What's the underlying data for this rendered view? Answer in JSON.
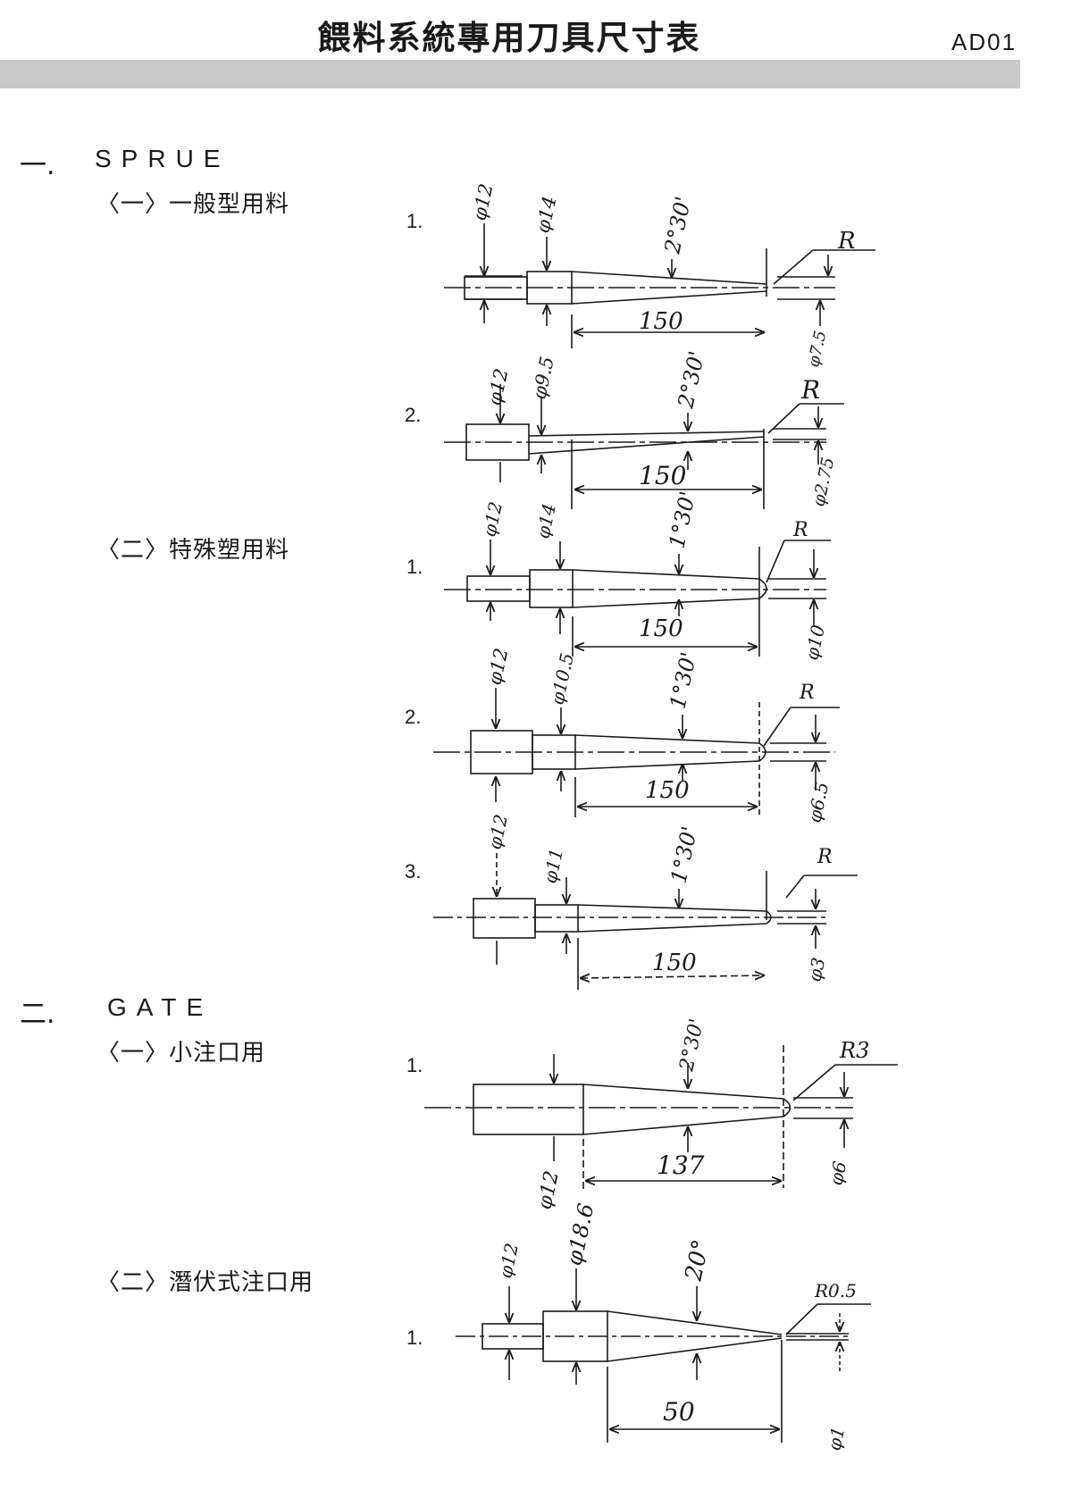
{
  "header": {
    "title": "餵料系統專用刀具尺寸表",
    "code": "AD01"
  },
  "sections": [
    {
      "number": "一.",
      "title": "SPRUE",
      "groups": [
        {
          "label": "〈一〉一般型用料",
          "items": [
            {
              "number": "1.",
              "dims": {
                "d1": "φ12",
                "d2": "φ14",
                "angle": "2°30'",
                "length": "150",
                "radius": "R",
                "tip": "φ7.5"
              }
            },
            {
              "number": "2.",
              "dims": {
                "d1": "φ12",
                "d2": "φ9.5",
                "angle": "2°30'",
                "length": "150",
                "radius": "R",
                "tip": "φ2.75"
              }
            }
          ]
        },
        {
          "label": "〈二〉特殊塑用料",
          "items": [
            {
              "number": "1.",
              "dims": {
                "d1": "φ12",
                "d2": "φ14",
                "angle": "1°30'",
                "length": "150",
                "radius": "R",
                "tip": "φ10"
              }
            },
            {
              "number": "2.",
              "dims": {
                "d1": "φ12",
                "d2": "φ10.5",
                "angle": "1°30'",
                "length": "150",
                "radius": "R",
                "tip": "φ6.5"
              }
            },
            {
              "number": "3.",
              "dims": {
                "d1": "φ12",
                "d2": "φ11",
                "angle": "1°30'",
                "length": "150",
                "radius": "R",
                "tip": "φ3"
              }
            }
          ]
        }
      ]
    },
    {
      "number": "二.",
      "title": "GATE",
      "groups": [
        {
          "label": "〈一〉小注口用",
          "items": [
            {
              "number": "1.",
              "dims": {
                "d1": "φ12",
                "angle": "2°30'",
                "length": "137",
                "radius": "R3",
                "tip": "φ6"
              }
            }
          ]
        },
        {
          "label": "〈二〉潛伏式注口用",
          "items": [
            {
              "number": "1.",
              "dims": {
                "d1": "φ12",
                "d2": "φ18.6",
                "angle": "20°",
                "length": "50",
                "radius": "R0.5",
                "tip": "φ1"
              }
            }
          ]
        }
      ]
    }
  ]
}
